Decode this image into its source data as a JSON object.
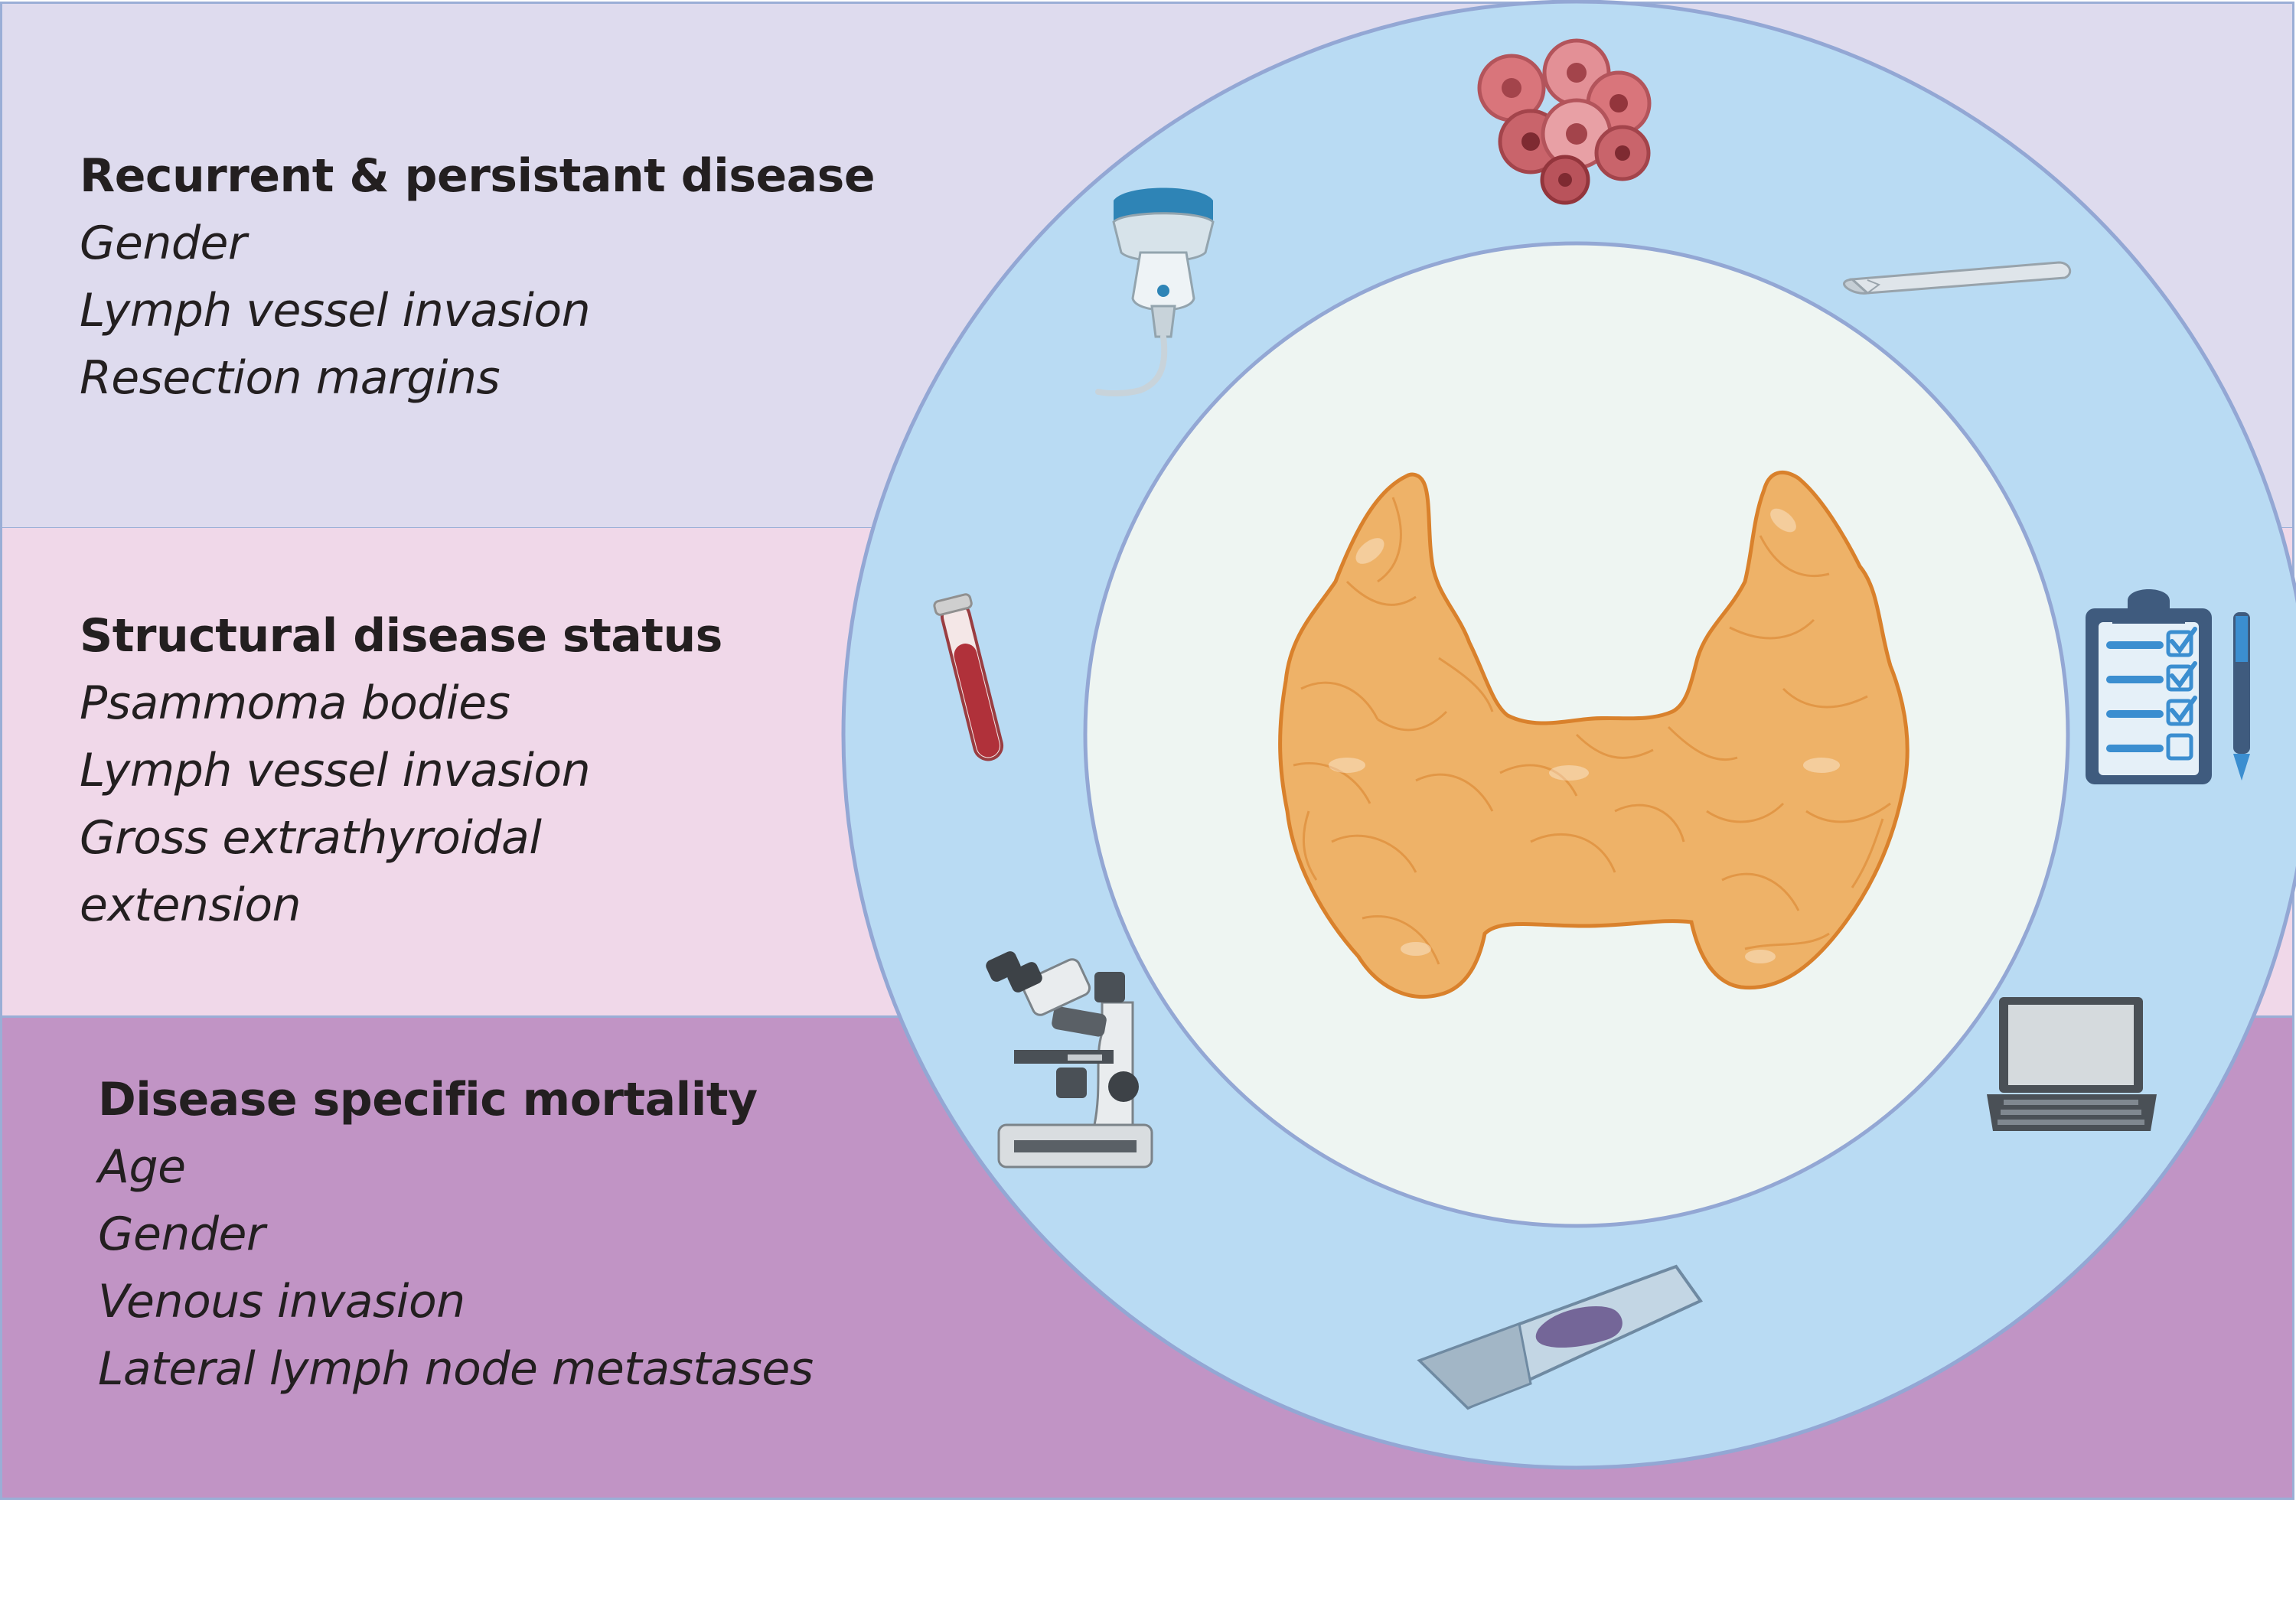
{
  "colors": {
    "band_top": "#dedbee",
    "band_middle": "#f0d8e9",
    "band_bottom": "#c194c5",
    "outer_ring": "#b9dbf3",
    "inner_circle": "#eef5f2",
    "ring_stroke": "#93a7d4",
    "thyroid_fill": "#eeb268",
    "thyroid_stroke": "#d9812c"
  },
  "sections": [
    {
      "heading": "Recurrent & persistant disease",
      "items": [
        "Gender",
        "Lymph vessel invasion",
        "Resection margins"
      ]
    },
    {
      "heading": "Structural disease status",
      "items": [
        "Psammoma bodies",
        "Lymph vessel invasion",
        "Gross extrathyroidal",
        "extension"
      ]
    },
    {
      "heading": "Disease specific mortality",
      "items": [
        "Age",
        "Gender",
        "Venous invasion",
        "Lateral lymph node metastases"
      ]
    }
  ],
  "icons": [
    "tumor-cells-icon",
    "ultrasound-probe-icon",
    "scalpel-icon",
    "blood-tube-icon",
    "clipboard-checklist-icon",
    "pen-icon",
    "microscope-icon",
    "laptop-icon",
    "histology-slide-icon",
    "thyroid-gland-icon"
  ]
}
